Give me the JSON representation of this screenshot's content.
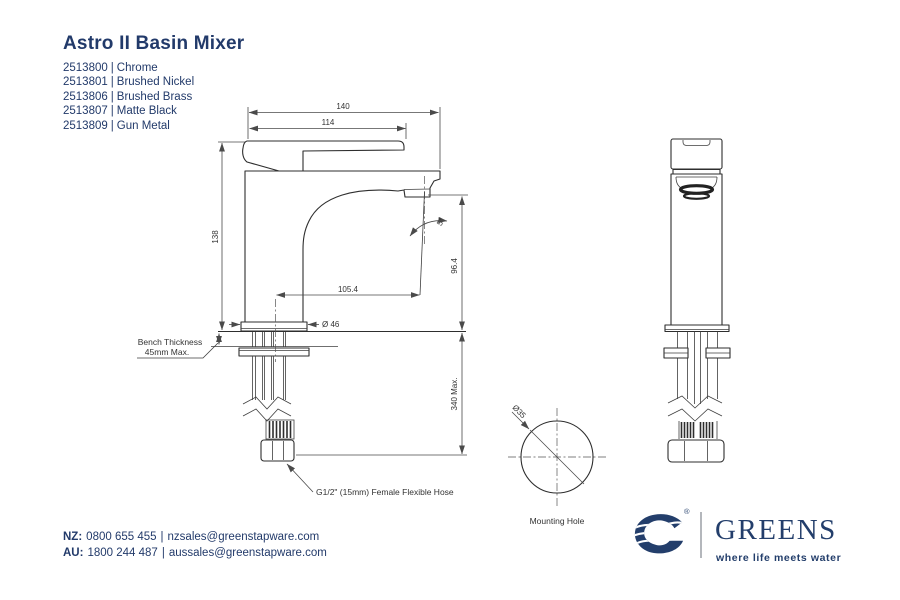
{
  "header": {
    "title": "Astro II Basin Mixer",
    "products": [
      {
        "code": "2513800",
        "sep": "|",
        "finish": "Chrome"
      },
      {
        "code": "2513801",
        "sep": "|",
        "finish": "Brushed Nickel"
      },
      {
        "code": "2513806",
        "sep": "|",
        "finish": "Brushed Brass"
      },
      {
        "code": "2513807",
        "sep": "|",
        "finish": "Matte Black"
      },
      {
        "code": "2513809",
        "sep": "|",
        "finish": "Gun Metal"
      }
    ]
  },
  "drawing": {
    "side_view": {
      "dim_overall_width": "140",
      "dim_handle_length": "114",
      "dim_height_to_handle": "138",
      "dim_outlet_height": "96.4",
      "dim_spout_reach": "105.4",
      "dim_base_diameter": "Ø 46",
      "dim_outlet_angle": "5°",
      "dim_under_bench": "340 Max.",
      "bench_note_line1": "Bench Thickness",
      "bench_note_line2": "45mm Max.",
      "hose_note": "G1/2\" (15mm) Female Flexible Hose"
    },
    "mounting_hole": {
      "dim_diameter": "Ø35",
      "caption": "Mounting Hole"
    }
  },
  "footer": {
    "nz_label": "NZ:",
    "nz_phone": "0800 655 455",
    "nz_sep": "|",
    "nz_email": "nzsales@greenstapware.com",
    "au_label": "AU:",
    "au_phone": "1800 244 487",
    "au_sep": "|",
    "au_email": "aussales@greenstapware.com"
  },
  "logo": {
    "registered_mark": "®",
    "wordmark": "GREENS",
    "tagline": "where life meets water"
  },
  "colors": {
    "navy": "#223a6a",
    "line": "#3f3f3f",
    "dim_text": "#333333"
  }
}
